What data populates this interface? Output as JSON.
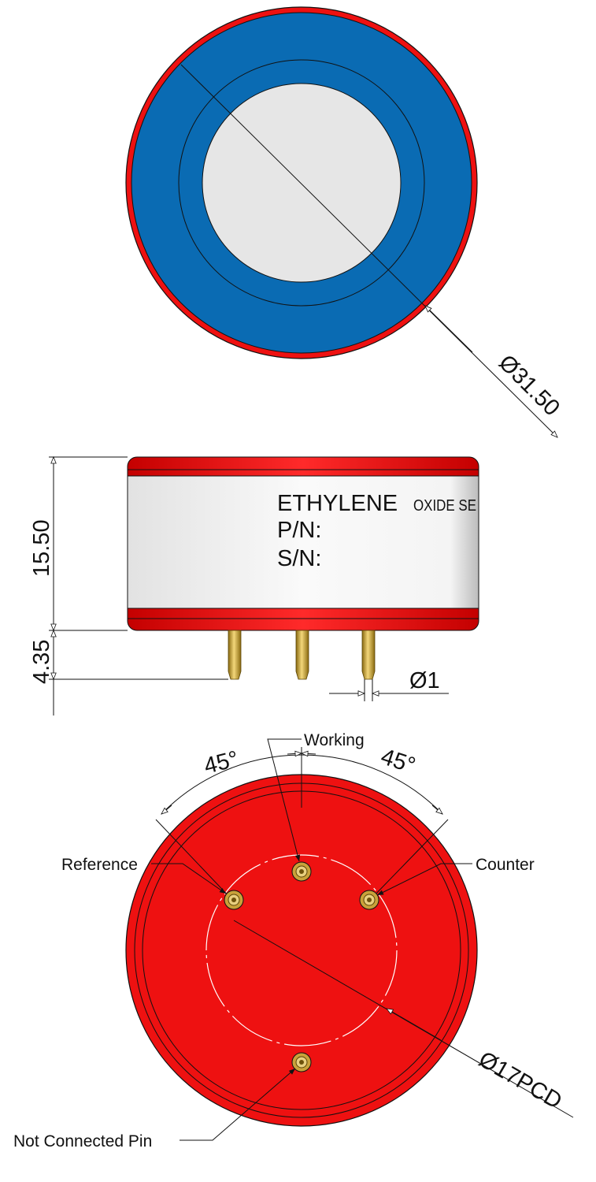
{
  "top_view": {
    "diameter_label": "Ø31.50"
  },
  "side_view": {
    "height_label": "15.50",
    "pin_length_label": "4.35",
    "pin_diameter_label": "Ø1",
    "sticker": {
      "line1": "ETHYLENE",
      "line1_small": "OXIDE SE",
      "line2": "P/N:",
      "line3": "S/N:"
    }
  },
  "bottom_view": {
    "angle_left": "45°",
    "angle_right": "45°",
    "pcd_label": "Ø17PCD",
    "pins": {
      "working": "Working",
      "reference": "Reference",
      "counter": "Counter",
      "not_connected": "Not Connected Pin"
    }
  },
  "colors": {
    "body_red": "#ee1111",
    "cap_blue": "#0a6bb3",
    "membrane": "#e6e6e6",
    "pin_gold": "#c9a23a"
  }
}
